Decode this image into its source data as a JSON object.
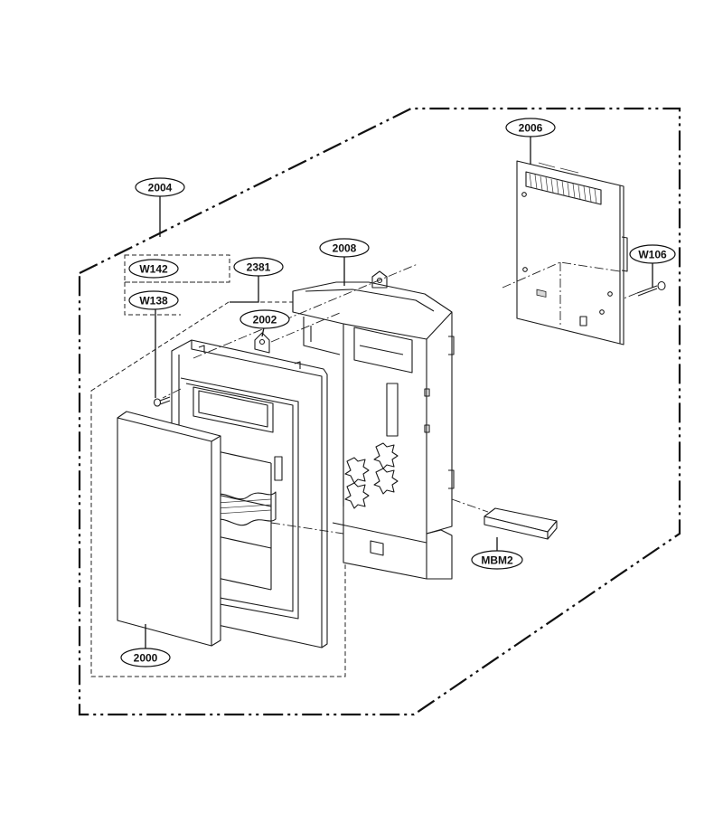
{
  "callouts": {
    "c2004": "2004",
    "c2006": "2006",
    "c2008": "2008",
    "c2381": "2381",
    "c2002": "2002",
    "cW142": "W142",
    "cW138": "W138",
    "cW106": "W106",
    "cMBM2": "MBM2",
    "c2000": "2000"
  }
}
